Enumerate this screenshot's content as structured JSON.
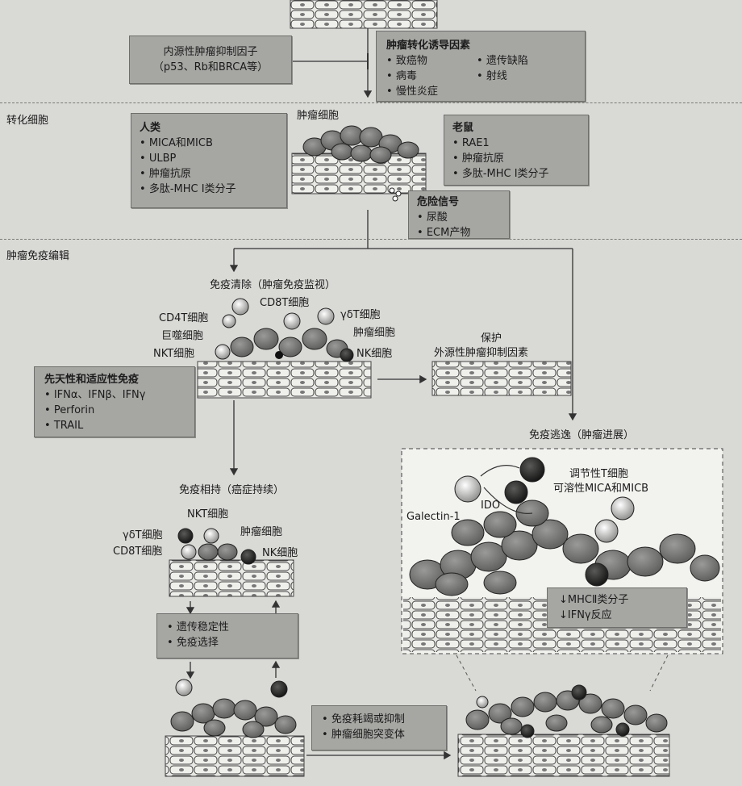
{
  "sections": {
    "transformed": "转化细胞",
    "editing": "肿瘤免疫编辑"
  },
  "intrinsic_box": {
    "line1": "内源性肿瘤抑制因子",
    "line2": "（p53、Rb和BRCA等）"
  },
  "inducers_box": {
    "title": "肿瘤转化诱导因素",
    "items": [
      "致癌物",
      "遗传缺陷",
      "病毒",
      "射线",
      "慢性炎症"
    ]
  },
  "human_box": {
    "title": "人类",
    "items": [
      "MICA和MICB",
      "ULBP",
      "肿瘤抗原",
      "多肽-MHC Ⅰ类分子"
    ]
  },
  "mouse_box": {
    "title": "老鼠",
    "items": [
      "RAE1",
      "肿瘤抗原",
      "多肽-MHC Ⅰ类分子"
    ]
  },
  "danger_box": {
    "title": "危险信号",
    "items": [
      "尿酸",
      "ECM产物"
    ]
  },
  "labels": {
    "tumor_cell_top": "肿瘤细胞",
    "elimination": "免疫清除（肿瘤免疫监视）",
    "cd8t": "CD8T细胞",
    "cd4t": "CD4T细胞",
    "gdt": "γδT细胞",
    "macrophage": "巨噬细胞",
    "tumor_cell": "肿瘤细胞",
    "nkt": "NKT细胞",
    "nk": "NK细胞",
    "protect": "保护",
    "extrinsic": "外源性肿瘤抑制因素",
    "escape": "免疫逃逸（肿瘤进展）",
    "treg": "调节性T细胞",
    "soluble_mica": "可溶性MICA和MICB",
    "ido": "IDO",
    "galectin": "Galectin-1",
    "equilibrium": "免疫相持（癌症持续）",
    "nkt2": "NKT细胞",
    "gdt2": "γδT细胞",
    "tumor_cell2": "肿瘤细胞",
    "cd8t2": "CD8T细胞",
    "nk2": "NK细胞"
  },
  "immunity_box": {
    "title": "先天性和适应性免疫",
    "items": [
      "IFNα、IFNβ、IFNγ",
      "Perforin",
      "TRAIL"
    ]
  },
  "mhc_box": {
    "items": [
      "↓MHCⅡ类分子",
      "↓IFNγ反应"
    ]
  },
  "genetic_box": {
    "items": [
      "遗传稳定性",
      "免疫选择"
    ]
  },
  "exhaust_box": {
    "items": [
      "免疫耗竭或抑制",
      "肿瘤细胞突变体"
    ]
  },
  "colors": {
    "box_fill": "#a6a6a3",
    "background": "#d9d9d6",
    "line": "#3a3a3a"
  }
}
